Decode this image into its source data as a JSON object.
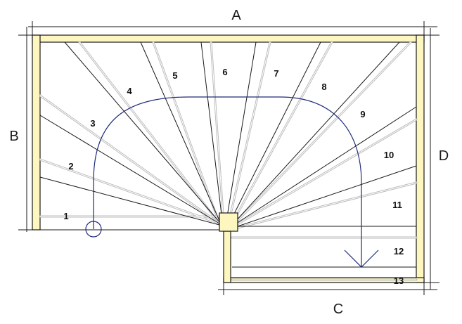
{
  "diagram": {
    "dimension_labels": {
      "top": "A",
      "left": "B",
      "bottom": "C",
      "right": "D"
    },
    "step_numbers": [
      "1",
      "2",
      "3",
      "4",
      "5",
      "6",
      "7",
      "8",
      "9",
      "10",
      "11",
      "12",
      "13"
    ],
    "colors": {
      "stringer_fill": "#fdf6bf",
      "line": "#1a1a1a",
      "tread_nosing": "#c8c8c8",
      "walking_line": "#1e2a7a",
      "newel_post": "#fdf6bf"
    }
  }
}
